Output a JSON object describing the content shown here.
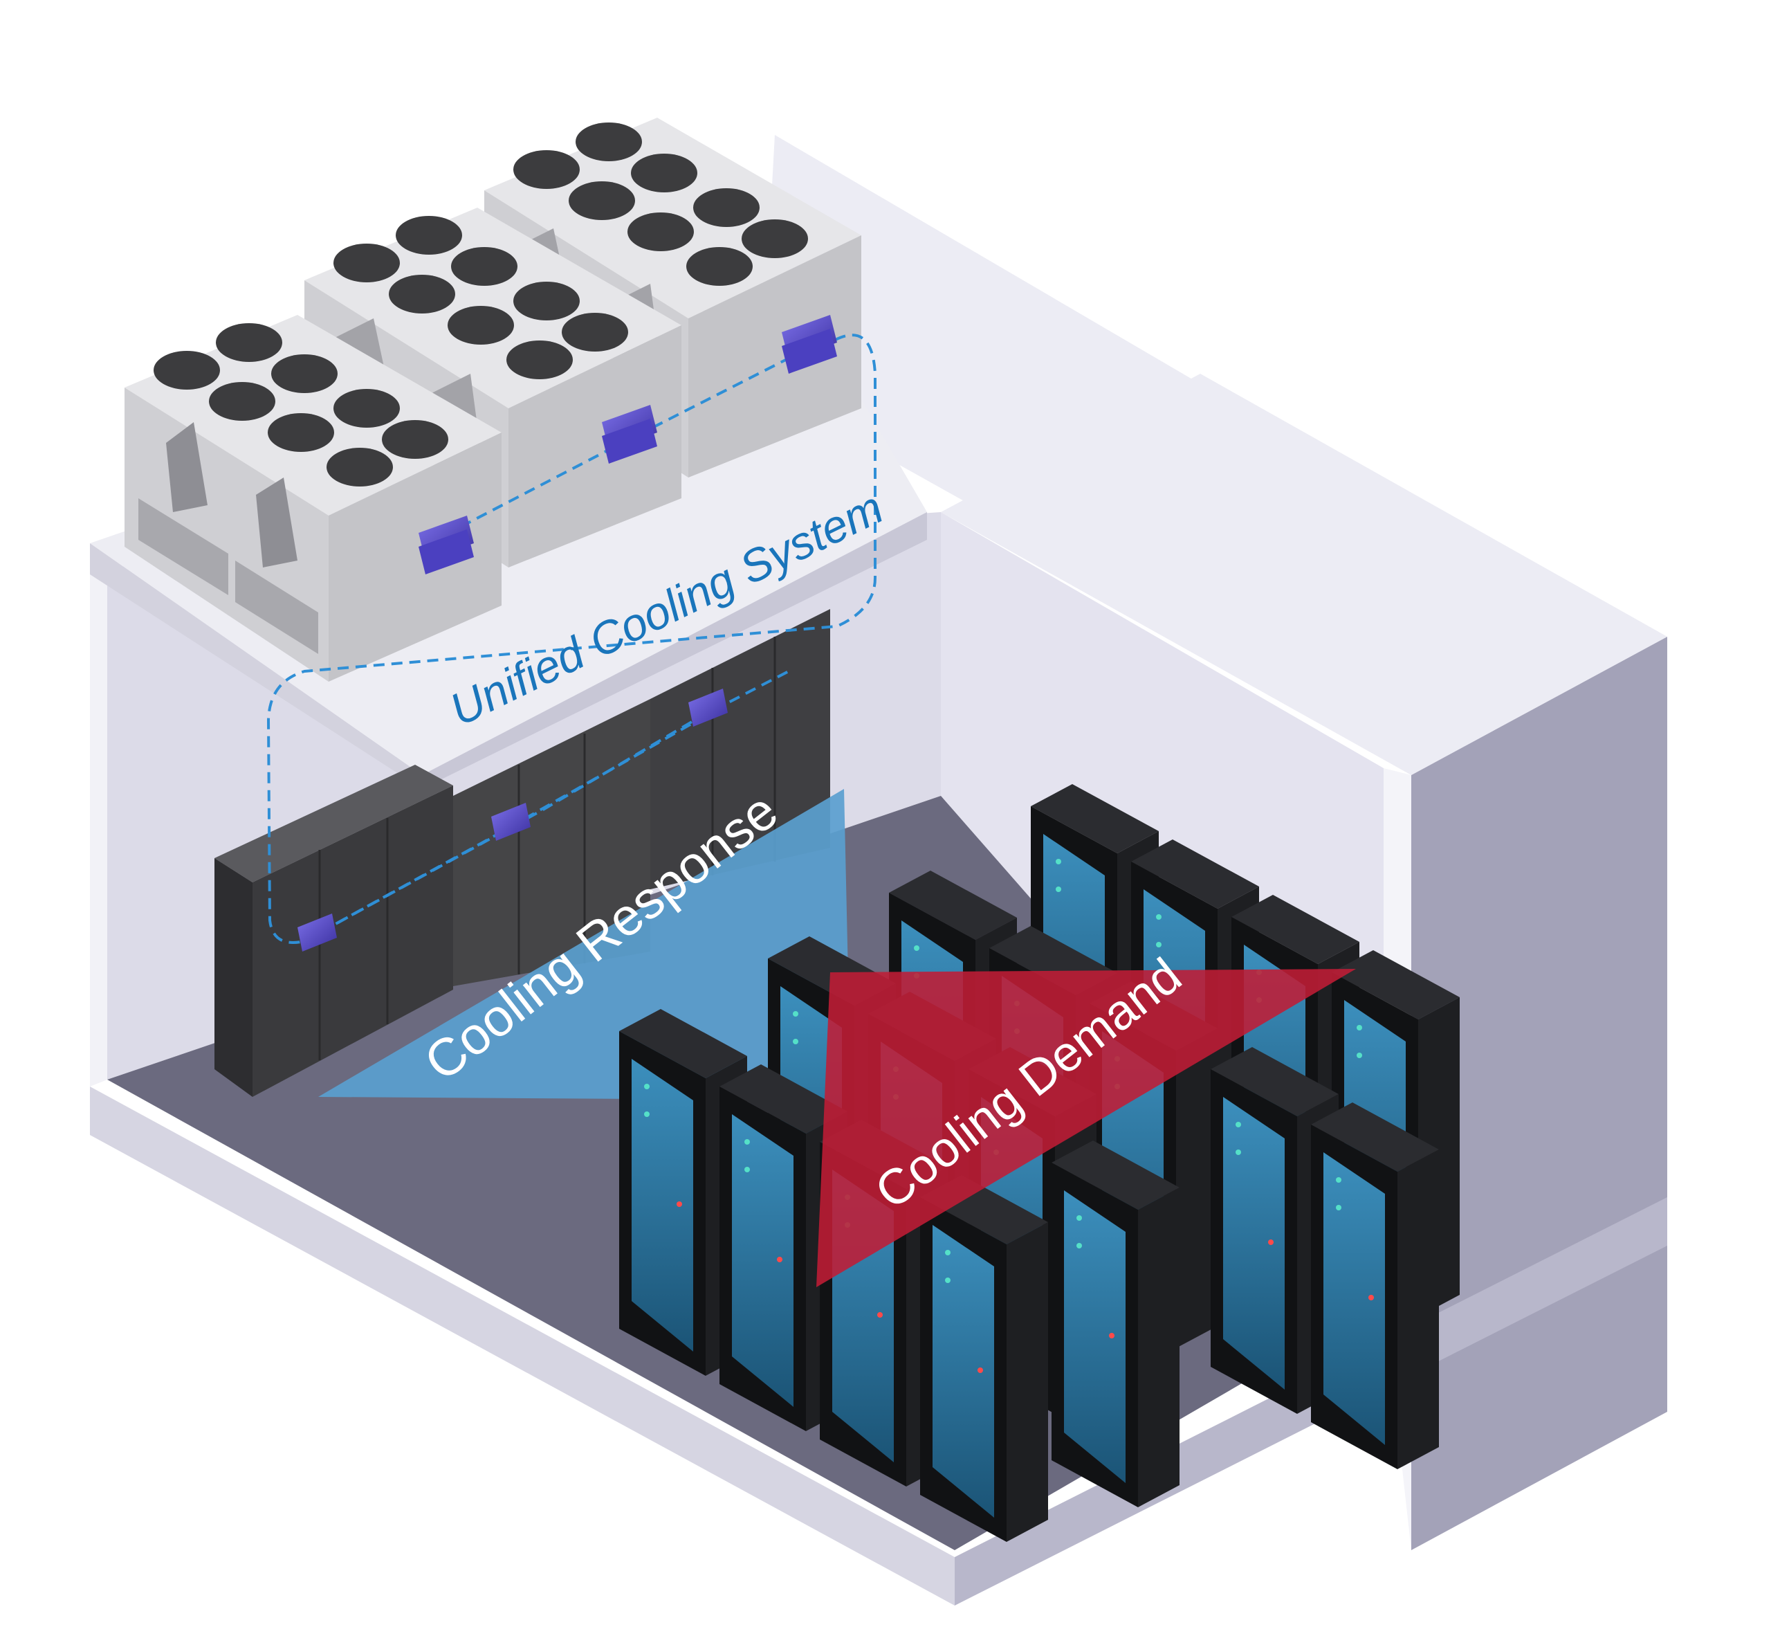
{
  "labels": {
    "system": "Unified Cooling System",
    "response": "Cooling Response",
    "demand": "Cooling Demand"
  },
  "colors": {
    "background": "#ffffff",
    "wall_light": "#e9e9f2",
    "wall_shadow": "#a3a2b8",
    "floor": "#6b6a7f",
    "chiller": "#d9d9dc",
    "fan": "#3c3c3e",
    "crah": "#454547",
    "rack": "#151618",
    "rack_panel": "#2b7aa6",
    "controller": "#5b4fd0",
    "link": "#2f8fd6",
    "response": "#5aa0cf",
    "demand": "#c01d35",
    "system_text": "#1a75bb"
  },
  "components": {
    "chillers": 3,
    "fans_per_chiller": 8,
    "crah_units": 3,
    "server_racks": 14
  }
}
